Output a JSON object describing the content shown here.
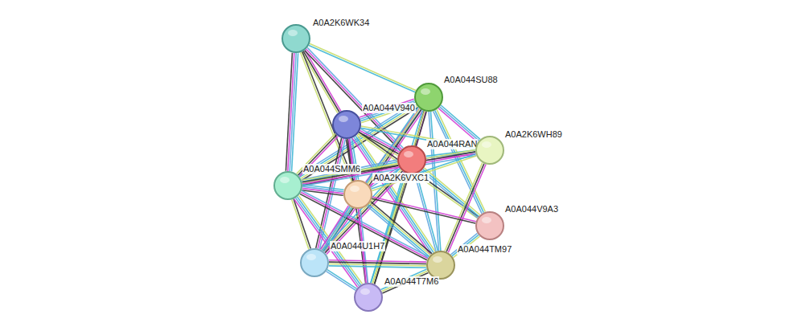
{
  "diagram": {
    "nodes": [
      {
        "text": [
          "A0A2K6WK34"
        ]
      },
      {
        "text": [
          "A0A044SU88"
        ]
      },
      {
        "text": [
          "A0A044V940"
        ]
      },
      {
        "text": [
          "A0A044RAN"
        ]
      },
      {
        "text": [
          "A0A2K6WH89"
        ]
      },
      {
        "text": [
          "A0A044SMM6"
        ]
      },
      {
        "text": [
          "A0A2K6VXC1"
        ]
      },
      {
        "text": [
          "A0A044V9A3"
        ]
      },
      {
        "text": [
          "A0A044U1H7"
        ]
      },
      {
        "text": [
          "A0A044TM97"
        ]
      },
      {
        "text": [
          "A0A044T7M6"
        ]
      }
    ],
    "edges": [
      {
        "from": 0,
        "to": 1,
        "arrow": "none"
      },
      {
        "from": 0,
        "to": 2,
        "arrow": "none"
      },
      {
        "from": 0,
        "to": 5,
        "arrow": "none"
      },
      {
        "from": 0,
        "to": 6,
        "arrow": "none"
      },
      {
        "from": 0,
        "to": 3,
        "arrow": "none"
      },
      {
        "from": 1,
        "to": 2,
        "arrow": "none"
      },
      {
        "from": 1,
        "to": 3,
        "arrow": "none"
      },
      {
        "from": 1,
        "to": 4,
        "arrow": "none"
      },
      {
        "from": 1,
        "to": 5,
        "arrow": "none"
      },
      {
        "from": 1,
        "to": 6,
        "arrow": "none"
      },
      {
        "from": 1,
        "to": 7,
        "arrow": "none"
      },
      {
        "from": 1,
        "to": 8,
        "arrow": "none"
      },
      {
        "from": 1,
        "to": 9,
        "arrow": "none"
      },
      {
        "from": 1,
        "to": 10,
        "arrow": "none"
      },
      {
        "from": 2,
        "to": 3,
        "arrow": "none"
      },
      {
        "from": 2,
        "to": 4,
        "arrow": "none"
      },
      {
        "from": 2,
        "to": 5,
        "arrow": "none"
      },
      {
        "from": 2,
        "to": 6,
        "arrow": "none"
      },
      {
        "from": 2,
        "to": 7,
        "arrow": "none"
      },
      {
        "from": 2,
        "to": 8,
        "arrow": "none"
      },
      {
        "from": 2,
        "to": 9,
        "arrow": "none"
      },
      {
        "from": 2,
        "to": 10,
        "arrow": "none"
      },
      {
        "from": 3,
        "to": 4,
        "arrow": "none"
      },
      {
        "from": 3,
        "to": 5,
        "arrow": "none"
      },
      {
        "from": 3,
        "to": 6,
        "arrow": "none"
      },
      {
        "from": 3,
        "to": 7,
        "arrow": "none"
      },
      {
        "from": 3,
        "to": 8,
        "arrow": "none"
      },
      {
        "from": 3,
        "to": 9,
        "arrow": "none"
      },
      {
        "from": 3,
        "to": 10,
        "arrow": "none"
      },
      {
        "from": 4,
        "to": 5,
        "arrow": "none"
      },
      {
        "from": 4,
        "to": 6,
        "arrow": "none"
      },
      {
        "from": 4,
        "to": 9,
        "arrow": "none"
      },
      {
        "from": 5,
        "to": 6,
        "arrow": "none"
      },
      {
        "from": 5,
        "to": 8,
        "arrow": "none"
      },
      {
        "from": 5,
        "to": 9,
        "arrow": "none"
      },
      {
        "from": 5,
        "to": 10,
        "arrow": "none"
      },
      {
        "from": 6,
        "to": 7,
        "arrow": "none"
      },
      {
        "from": 6,
        "to": 8,
        "arrow": "none"
      },
      {
        "from": 6,
        "to": 9,
        "arrow": "none"
      },
      {
        "from": 6,
        "to": 10,
        "arrow": "none"
      },
      {
        "from": 7,
        "to": 9,
        "arrow": "none"
      },
      {
        "from": 8,
        "to": 9,
        "arrow": "none"
      },
      {
        "from": 8,
        "to": 10,
        "arrow": "none"
      },
      {
        "from": 9,
        "to": 10,
        "arrow": "none"
      }
    ]
  }
}
